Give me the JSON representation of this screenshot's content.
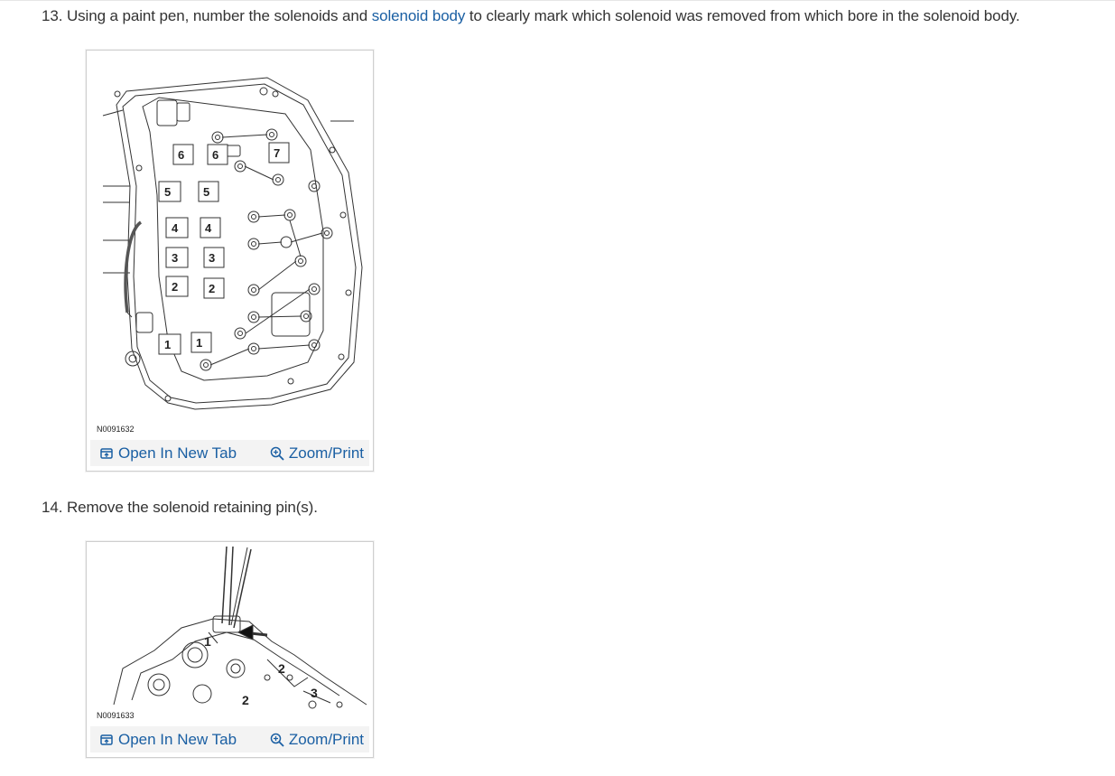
{
  "steps": [
    {
      "number": "13.",
      "text_before": "Using a paint pen, number the solenoids and ",
      "link_text": "solenoid body",
      "text_after": " to clearly mark which solenoid was removed from which bore in the solenoid body."
    },
    {
      "number": "14.",
      "text": "Remove the solenoid retaining pin(s)."
    }
  ],
  "figures": [
    {
      "id": "N0091632",
      "open_label": "Open In New Tab",
      "zoom_label": "Zoom/Print",
      "icons": [
        "open-new-tab-icon",
        "zoom-in-icon"
      ],
      "callouts_left": [
        "5",
        "4",
        "3",
        "2",
        "1"
      ],
      "callouts_body": [
        "6",
        "6",
        "7",
        "5",
        "4",
        "3",
        "2",
        "1"
      ]
    },
    {
      "id": "N0091633",
      "open_label": "Open In New Tab",
      "zoom_label": "Zoom/Print",
      "icons": [
        "open-new-tab-icon",
        "zoom-in-icon"
      ],
      "callouts": [
        "1",
        "2",
        "2",
        "3"
      ]
    }
  ],
  "colors": {
    "link": "#1a5fa3",
    "text": "#333333",
    "bar": "#f3f3f3"
  }
}
